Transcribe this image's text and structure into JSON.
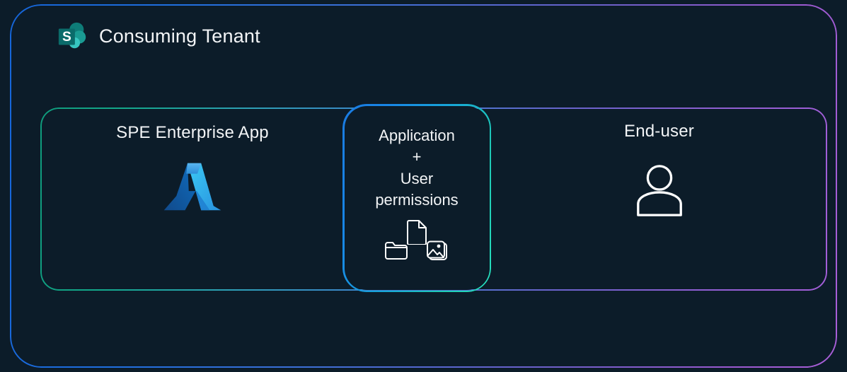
{
  "diagram": {
    "background_color": "#0c1c29",
    "text_color": "#f2f4f6",
    "tenant": {
      "title": "Consuming Tenant",
      "logo_icon": "sharepoint-logo-icon",
      "border_gradient": [
        "#1565d8",
        "#a95fd8"
      ]
    },
    "inner_region": {
      "border_gradient": [
        "#0f9b7c",
        "#a35ed8"
      ]
    },
    "panels": [
      {
        "id": "spe-enterprise-app",
        "label": "SPE Enterprise App",
        "icon": "azure-logo-icon"
      },
      {
        "id": "application-user-permissions",
        "label": "Application\n+\nUser\npermissions",
        "border_gradient": [
          "#1a7ae0",
          "#27e0bd"
        ],
        "icons": [
          "document-icon",
          "folder-icon",
          "image-icon"
        ]
      },
      {
        "id": "end-user",
        "label": "End-user",
        "icon": "person-icon"
      }
    ]
  }
}
